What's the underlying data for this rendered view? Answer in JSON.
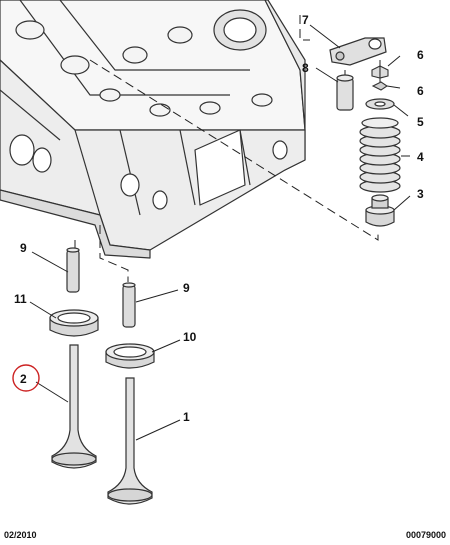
{
  "callouts": {
    "c1": "1",
    "c2": "2",
    "c3": "3",
    "c4": "4",
    "c5": "5",
    "c6a": "6",
    "c6b": "6",
    "c7": "7",
    "c8": "8",
    "c9a": "9",
    "c9b": "9",
    "c10": "10",
    "c11": "11"
  },
  "footer": {
    "date": "02/2010",
    "code": "00079000"
  },
  "colors": {
    "highlight": "#cc2222",
    "line": "#222222",
    "part_fill": "#e4e4e4"
  }
}
